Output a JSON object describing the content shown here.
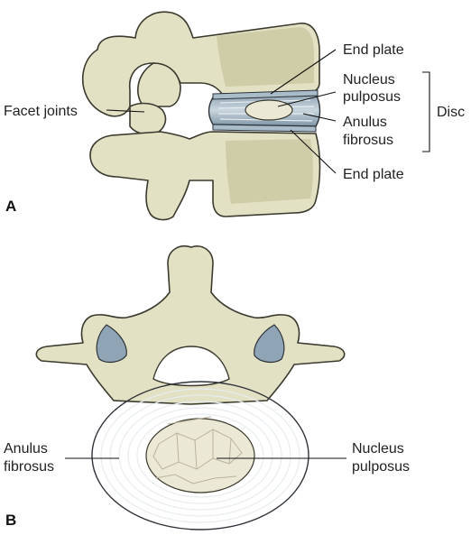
{
  "panels": {
    "a": {
      "letter": "A",
      "labels": {
        "end_plate_top": "End plate",
        "nucleus_line1": "Nucleus",
        "nucleus_line2": "pulposus",
        "anulus_line1": "Anulus",
        "anulus_line2": "fibrosus",
        "end_plate_bottom": "End plate",
        "facet_joints": "Facet joints",
        "disc": "Disc"
      }
    },
    "b": {
      "letter": "B",
      "labels": {
        "anulus_line1": "Anulus",
        "anulus_line2": "fibrosus",
        "nucleus_line1": "Nucleus",
        "nucleus_line2": "pulposus"
      }
    }
  },
  "colors": {
    "bone": "#e3e1c4",
    "bone_shade": "#cfcca8",
    "anulus": "#7d94a6",
    "nucleus": "#ece8d6",
    "end_plate": "#a9bcc9"
  }
}
